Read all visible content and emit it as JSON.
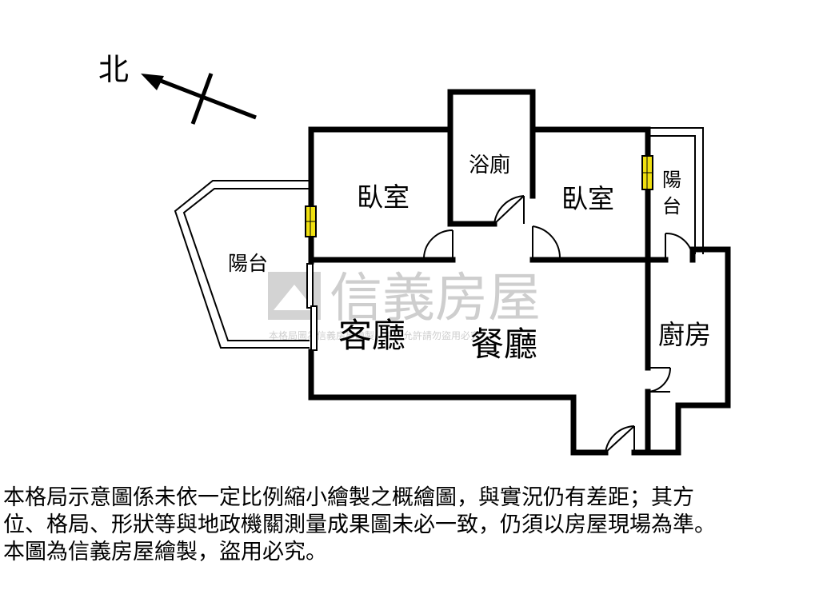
{
  "compass": {
    "north_label": "北"
  },
  "rooms": {
    "bedroom_left": "臥室",
    "bathroom": "浴廁",
    "bedroom_right": "臥室",
    "balcony_right": "陽台",
    "balcony_left": "陽台",
    "living_room": "客廳",
    "dining_room": "餐廳",
    "kitchen": "廚房"
  },
  "watermark": {
    "brand": "信義房屋",
    "notice": "本格局圖為信義房屋繪製，未經允許請勿盜用必究"
  },
  "disclaimer": {
    "line1": "本格局示意圖係未依一定比例縮小繪製之概繪圖，與實況仍有差距；其方",
    "line2": "位、格局、形狀等與地政機關測量成果圖未必一致，仍須以房屋現場為準。",
    "line3": "本圖為信義房屋繪製，盜用必究。"
  },
  "colors": {
    "wall": "#000000",
    "window": "#f0e010",
    "watermark": "#c9c9c9"
  }
}
